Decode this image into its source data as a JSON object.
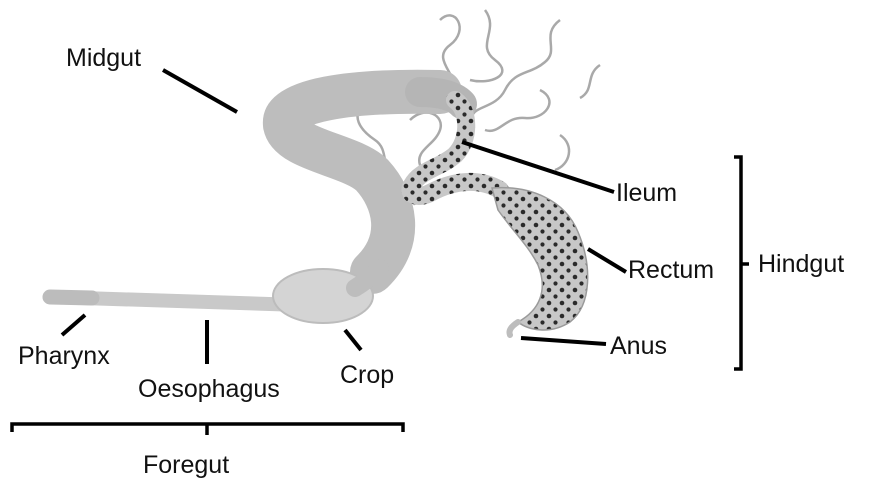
{
  "labels": {
    "midgut": "Midgut",
    "ileum": "Ileum",
    "rectum": "Rectum",
    "anus": "Anus",
    "hindgut": "Hindgut",
    "pharynx": "Pharynx",
    "oesophagus": "Oesophagus",
    "crop": "Crop",
    "foregut": "Foregut"
  },
  "colors": {
    "tube_gray": "#bdbdbd",
    "crop_light": "#d4d4d4",
    "hindgut_fill": "#c8c8c8",
    "hindgut_dots": "#2a2a2a",
    "vessel_line": "#a9a9a9"
  }
}
